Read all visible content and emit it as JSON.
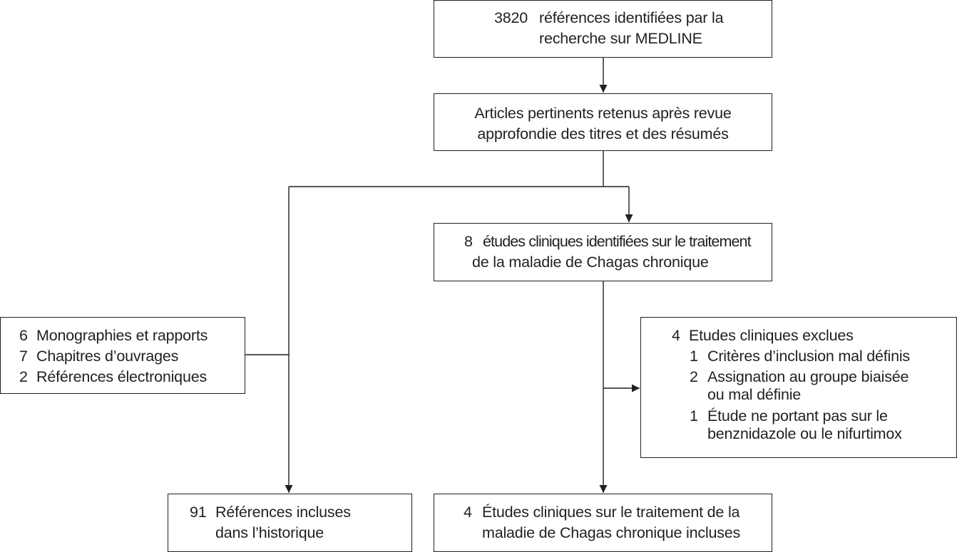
{
  "box_medline": {
    "count": "3820",
    "line1": "références identifiées par la",
    "line2": "recherche sur MEDLINE"
  },
  "box_pertinent": {
    "line1": "Articles pertinents retenus après revue",
    "line2": "approfondie des titres et des résumés"
  },
  "box_studies": {
    "count": "8",
    "line1": "études cliniques identifiées sur le traitement",
    "line2": "de la maladie de Chagas chronique"
  },
  "box_other_refs": {
    "items": [
      {
        "count": "6",
        "label": "Monographies et rapports"
      },
      {
        "count": "7",
        "label": "Chapitres d’ouvrages"
      },
      {
        "count": "2",
        "label": "Références électroniques"
      }
    ]
  },
  "box_excluded": {
    "count": "4",
    "title": "Etudes cliniques exclues",
    "reasons": [
      {
        "count": "1",
        "line1": "Critères d’inclusion mal définis",
        "line2": ""
      },
      {
        "count": "2",
        "line1": "Assignation au groupe biaisée",
        "line2": "ou mal définie"
      },
      {
        "count": "1",
        "line1": "Étude ne portant pas sur le",
        "line2": "benznidazole ou le nifurtimox"
      }
    ]
  },
  "box_history": {
    "count": "91",
    "line1": "Références incluses",
    "line2": "dans l’historique"
  },
  "box_included": {
    "count": "4",
    "line1": "Études cliniques sur le traitement de la",
    "line2": "maladie de Chagas chronique incluses"
  }
}
